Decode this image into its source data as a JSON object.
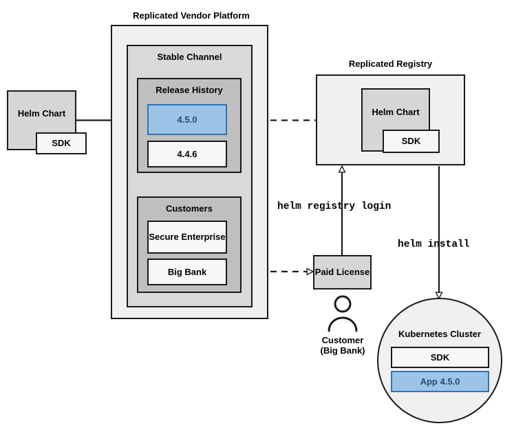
{
  "diagram": {
    "title_vendor_platform": "Replicated Vendor Platform",
    "title_registry": "Replicated Registry",
    "vendor_platform": {
      "stable_channel": {
        "label": "Stable Channel",
        "release_history": {
          "label": "Release History",
          "releases": [
            {
              "version": "4.5.0",
              "highlighted": true
            },
            {
              "version": "4.4.6",
              "highlighted": false
            }
          ]
        },
        "customers": {
          "label": "Customers",
          "entries": [
            {
              "name": "Secure\nEnterprise"
            },
            {
              "name": "Big Bank"
            }
          ]
        }
      }
    },
    "helm_chart_source": {
      "label": "Helm Chart",
      "sdk_label": "SDK"
    },
    "registry": {
      "helm_chart_label": "Helm Chart",
      "sdk_label": "SDK"
    },
    "paid_license": {
      "label": "Paid\nLicense"
    },
    "customer_actor": {
      "label": "Customer\n(Big Bank)",
      "icon": "person-icon"
    },
    "kubernetes_cluster": {
      "label": "Kubernetes Cluster",
      "items": [
        {
          "label": "SDK",
          "highlighted": false
        },
        {
          "label": "App 4.5.0",
          "highlighted": true
        }
      ]
    },
    "commands": {
      "registry_login": "helm registry login",
      "install": "helm install"
    },
    "colors": {
      "highlight_fill": "#9dc3e6",
      "highlight_border": "#2e75b6",
      "highlight_text": "#1f4e79",
      "outer_fill": "#f0f0f0",
      "mid_fill": "#d9d9d9",
      "inner_fill": "#bfbfbf",
      "gray_fill": "#d6d6d6",
      "white_fill": "#f7f7f7",
      "stroke": "#1a1a1a"
    }
  }
}
